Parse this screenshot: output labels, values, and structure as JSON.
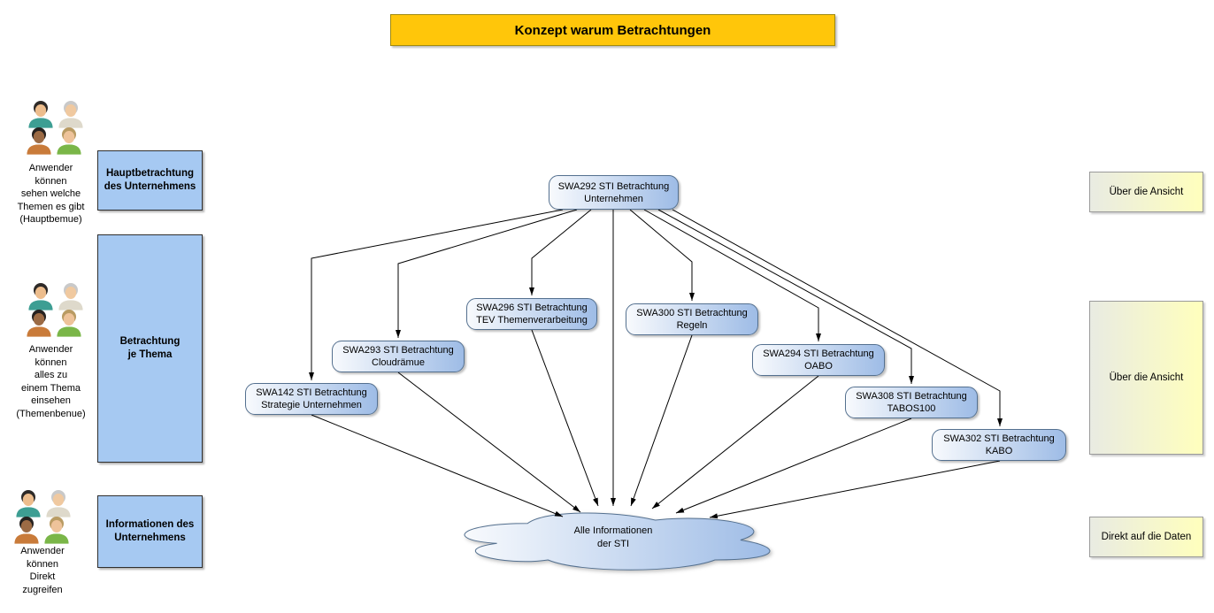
{
  "title": "Konzept warum Betrachtungen",
  "left_panel": {
    "groups": [
      {
        "caption": "Anwender\nkönnen\nsehen welche\nThemen es gibt\n(Hauptbemue)",
        "box_label": "Hauptbetrachtung\ndes Unternehmens"
      },
      {
        "caption": "Anwender\nkönnen\nalles zu\neinem Thema\neinsehen\n(Themenbenue)",
        "box_label": "Betrachtung\nje Thema"
      },
      {
        "caption": "Anwender\nkönnen\nDirekt\nzugreifen",
        "box_label": "Informationen des\nUnternehmens"
      }
    ]
  },
  "nodes": {
    "swa292": "SWA292 STI Betrachtung\nUnternehmen",
    "swa142": "SWA142 STI Betrachtung\nStrategie Unternehmen",
    "swa293": "SWA293 STI Betrachtung\nCloudrämue",
    "swa296": "SWA296 STI Betrachtung\nTEV Themenverarbeitung",
    "swa300": "SWA300 STI Betrachtung\nRegeln",
    "swa294": "SWA294 STI Betrachtung\nOABO",
    "swa308": "SWA308 STI Betrachtung\nTABOS100",
    "swa302": "SWA302 STI Betrachtung\nKABO"
  },
  "cloud_label": "Alle Informationen\nder STI",
  "right_panel": {
    "labels": [
      "Über die Ansicht",
      "Über die Ansicht",
      "Direkt auf die Daten"
    ]
  },
  "colors": {
    "title_bg": "#FFC60A",
    "category_box_bg": "#A6C9F2",
    "node_gradient_start": "#F8FAFD",
    "node_gradient_end": "#9EBCE6",
    "node_border": "#54708F",
    "right_gradient_start": "#E9EBE2",
    "right_gradient_end": "#FFFFBD",
    "edge_color": "#000000"
  }
}
